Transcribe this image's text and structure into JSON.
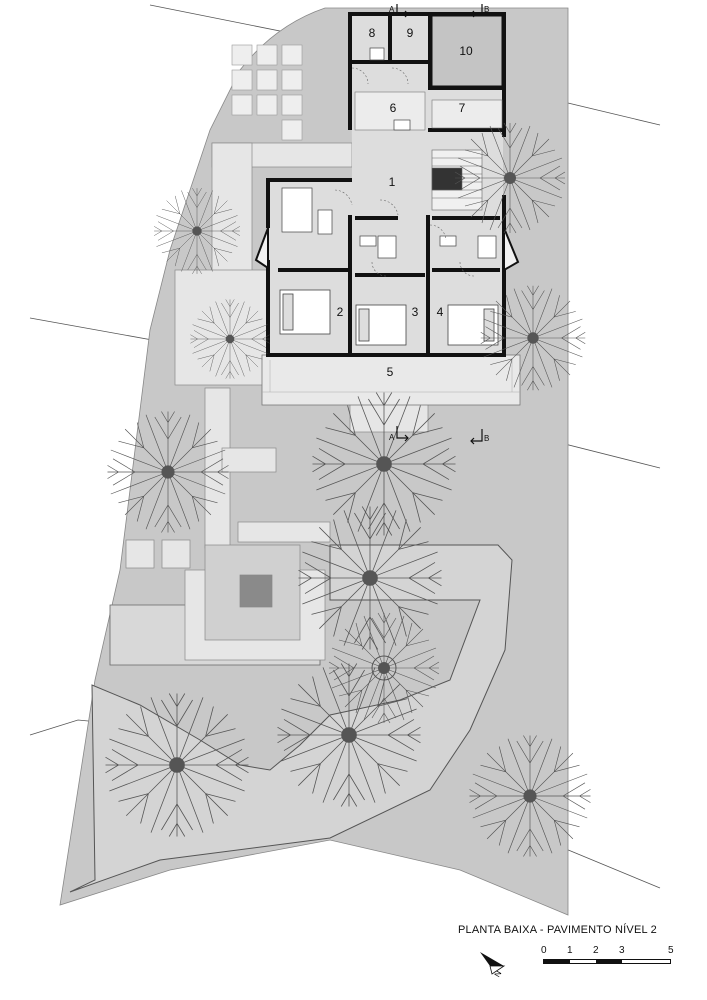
{
  "title": "PLANTA BAIXA - PAVIMENTO NÍVEL 2",
  "rooms": {
    "r1": "1",
    "r2": "2",
    "r3": "3",
    "r4": "4",
    "r5": "5",
    "r6": "6",
    "r7": "7",
    "r8": "8",
    "r9": "9",
    "r10": "10"
  },
  "section_marks": {
    "a": "A",
    "b": "B"
  },
  "scale": {
    "labels": [
      "0",
      "1",
      "2",
      "3",
      "5"
    ],
    "unit_colors": [
      "#111111",
      "#ffffff",
      "#111111",
      "#ffffff"
    ]
  },
  "north": {
    "label": "N"
  },
  "colors": {
    "site": "#c8c8c8",
    "paving": "#e6e6e6",
    "wall": "#111111",
    "tree": "#555555"
  }
}
